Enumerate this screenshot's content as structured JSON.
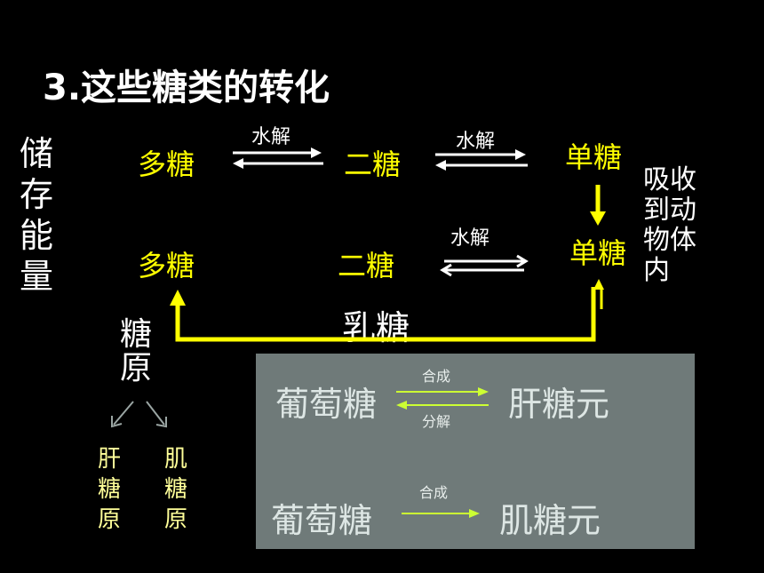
{
  "title": "3.这些糖类的转化",
  "storage": "储存能量",
  "row1": {
    "poly": "多糖",
    "di": "二糖",
    "mono": "单糖",
    "arrow1_label": "水解",
    "arrow2_label": "水解"
  },
  "row2": {
    "poly": "多糖",
    "di": "二糖",
    "mono": "单糖",
    "arrow_label": "水解"
  },
  "absorb": "吸收到动物体内",
  "lactose": "乳糖",
  "glycogen": "糖原",
  "liver_glycogen": "肝糖原",
  "muscle_glycogen": "肌糖原",
  "box": {
    "glucose1": "葡萄糖",
    "liver": "肝糖元",
    "synth1": "合成",
    "decomp": "分解",
    "glucose2": "葡萄糖",
    "muscle": "肌糖元",
    "synth2": "合成"
  }
}
